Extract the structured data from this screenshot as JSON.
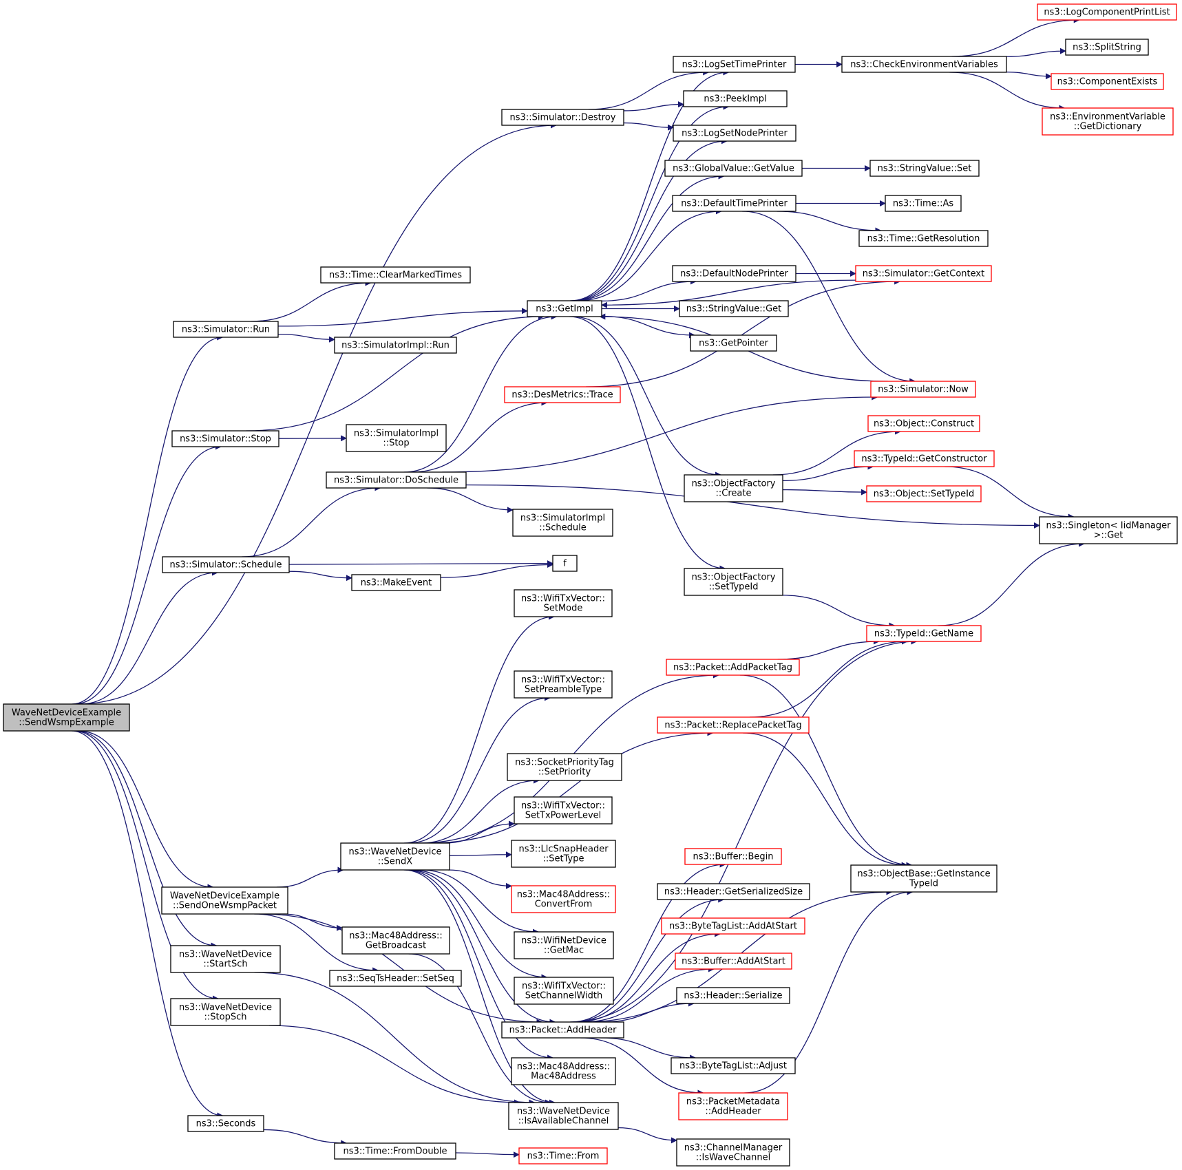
{
  "colors": {
    "edge": "#191970",
    "node_border": "#000000",
    "incomplete_node_border": "#ff0000",
    "root_fill": "#bfbfbf"
  },
  "nodes": [
    {
      "id": "root",
      "lines": [
        "WaveNetDeviceExample",
        "::SendWsmpExample"
      ],
      "style": "root"
    },
    {
      "id": "destroy",
      "lines": [
        "ns3::Simulator::Destroy"
      ]
    },
    {
      "id": "run",
      "lines": [
        "ns3::Simulator::Run"
      ]
    },
    {
      "id": "stop",
      "lines": [
        "ns3::Simulator::Stop"
      ]
    },
    {
      "id": "schedule",
      "lines": [
        "ns3::Simulator::Schedule"
      ]
    },
    {
      "id": "sendone",
      "lines": [
        "WaveNetDeviceExample",
        "::SendOneWsmpPacket"
      ]
    },
    {
      "id": "startsch",
      "lines": [
        "ns3::WaveNetDevice",
        "::StartSch"
      ]
    },
    {
      "id": "stopsch",
      "lines": [
        "ns3::WaveNetDevice",
        "::StopSch"
      ]
    },
    {
      "id": "seconds",
      "lines": [
        "ns3::Seconds"
      ]
    },
    {
      "id": "clearmarked",
      "lines": [
        "ns3::Time::ClearMarkedTimes"
      ]
    },
    {
      "id": "implrun",
      "lines": [
        "ns3::SimulatorImpl::Run"
      ]
    },
    {
      "id": "implstop",
      "lines": [
        "ns3::SimulatorImpl",
        "::Stop"
      ]
    },
    {
      "id": "doschedule",
      "lines": [
        "ns3::Simulator::DoSchedule"
      ]
    },
    {
      "id": "makeevent",
      "lines": [
        "ns3::MakeEvent"
      ]
    },
    {
      "id": "sendx",
      "lines": [
        "ns3::WaveNetDevice",
        "::SendX"
      ]
    },
    {
      "id": "getbroadcast",
      "lines": [
        "ns3::Mac48Address::",
        "GetBroadcast"
      ]
    },
    {
      "id": "setseq",
      "lines": [
        "ns3::SeqTsHeader::SetSeq"
      ]
    },
    {
      "id": "fromdouble",
      "lines": [
        "ns3::Time::FromDouble"
      ]
    },
    {
      "id": "getimpl",
      "lines": [
        "ns3::GetImpl"
      ]
    },
    {
      "id": "destrace",
      "lines": [
        "ns3::DesMetrics::Trace"
      ],
      "style": "red"
    },
    {
      "id": "implschedule",
      "lines": [
        "ns3::SimulatorImpl",
        "::Schedule"
      ]
    },
    {
      "id": "f",
      "lines": [
        "f"
      ]
    },
    {
      "id": "settxmode",
      "lines": [
        "ns3::WifiTxVector::",
        "SetMode"
      ]
    },
    {
      "id": "setpreamble",
      "lines": [
        "ns3::WifiTxVector::",
        "SetPreambleType"
      ]
    },
    {
      "id": "setpriority",
      "lines": [
        "ns3::SocketPriorityTag",
        "::SetPriority"
      ]
    },
    {
      "id": "settxpower",
      "lines": [
        "ns3::WifiTxVector::",
        "SetTxPowerLevel"
      ]
    },
    {
      "id": "settype",
      "lines": [
        "ns3::LlcSnapHeader",
        "::SetType"
      ]
    },
    {
      "id": "convertfrom",
      "lines": [
        "ns3::Mac48Address::",
        "ConvertFrom"
      ],
      "style": "red"
    },
    {
      "id": "getmac",
      "lines": [
        "ns3::WifiNetDevice",
        "::GetMac"
      ]
    },
    {
      "id": "setchwidth",
      "lines": [
        "ns3::WifiTxVector::",
        "SetChannelWidth"
      ]
    },
    {
      "id": "addheader",
      "lines": [
        "ns3::Packet::AddHeader"
      ]
    },
    {
      "id": "mac48addr",
      "lines": [
        "ns3::Mac48Address::",
        "Mac48Address"
      ]
    },
    {
      "id": "isavail",
      "lines": [
        "ns3::WaveNetDevice",
        "::IsAvailableChannel"
      ]
    },
    {
      "id": "timefrom",
      "lines": [
        "ns3::Time::From"
      ],
      "style": "red"
    },
    {
      "id": "logsettime",
      "lines": [
        "ns3::LogSetTimePrinter"
      ]
    },
    {
      "id": "peekimpl",
      "lines": [
        "ns3::PeekImpl"
      ]
    },
    {
      "id": "logsetnode",
      "lines": [
        "ns3::LogSetNodePrinter"
      ]
    },
    {
      "id": "gvgetvalue",
      "lines": [
        "ns3::GlobalValue::GetValue"
      ]
    },
    {
      "id": "deftime",
      "lines": [
        "ns3::DefaultTimePrinter"
      ]
    },
    {
      "id": "defnode",
      "lines": [
        "ns3::DefaultNodePrinter"
      ]
    },
    {
      "id": "svget",
      "lines": [
        "ns3::StringValue::Get"
      ]
    },
    {
      "id": "getpointer",
      "lines": [
        "ns3::GetPointer"
      ]
    },
    {
      "id": "ofcreate",
      "lines": [
        "ns3::ObjectFactory",
        "::Create"
      ]
    },
    {
      "id": "ofsettypeid",
      "lines": [
        "ns3::ObjectFactory",
        "::SetTypeId"
      ]
    },
    {
      "id": "addpackettag",
      "lines": [
        "ns3::Packet::AddPacketTag"
      ],
      "style": "red"
    },
    {
      "id": "replacepackettag",
      "lines": [
        "ns3::Packet::ReplacePacketTag"
      ],
      "style": "red"
    },
    {
      "id": "bufbegin",
      "lines": [
        "ns3::Buffer::Begin"
      ],
      "style": "red"
    },
    {
      "id": "hdrsize",
      "lines": [
        "ns3::Header::GetSerializedSize"
      ]
    },
    {
      "id": "btladdstart",
      "lines": [
        "ns3::ByteTagList::AddAtStart"
      ],
      "style": "red"
    },
    {
      "id": "bufaddstart",
      "lines": [
        "ns3::Buffer::AddAtStart"
      ],
      "style": "red"
    },
    {
      "id": "hdrserialize",
      "lines": [
        "ns3::Header::Serialize"
      ]
    },
    {
      "id": "btladjust",
      "lines": [
        "ns3::ByteTagList::Adjust"
      ]
    },
    {
      "id": "pmaddheader",
      "lines": [
        "ns3::PacketMetadata",
        "::AddHeader"
      ],
      "style": "red"
    },
    {
      "id": "iswave",
      "lines": [
        "ns3::ChannelManager",
        "::IsWaveChannel"
      ]
    },
    {
      "id": "checkenv",
      "lines": [
        "ns3::CheckEnvironmentVariables"
      ]
    },
    {
      "id": "svset",
      "lines": [
        "ns3::StringValue::Set"
      ]
    },
    {
      "id": "timeas",
      "lines": [
        "ns3::Time::As"
      ]
    },
    {
      "id": "getres",
      "lines": [
        "ns3::Time::GetResolution"
      ]
    },
    {
      "id": "getcontext",
      "lines": [
        "ns3::Simulator::GetContext"
      ],
      "style": "red"
    },
    {
      "id": "simnow",
      "lines": [
        "ns3::Simulator::Now"
      ],
      "style": "red"
    },
    {
      "id": "objconstruct",
      "lines": [
        "ns3::Object::Construct"
      ],
      "style": "red"
    },
    {
      "id": "getconstructor",
      "lines": [
        "ns3::TypeId::GetConstructor"
      ],
      "style": "red"
    },
    {
      "id": "objsettypeid",
      "lines": [
        "ns3::Object::SetTypeId"
      ],
      "style": "red"
    },
    {
      "id": "singleton",
      "lines": [
        "ns3::Singleton< IidManager",
        " >::Get"
      ]
    },
    {
      "id": "getname",
      "lines": [
        "ns3::TypeId::GetName"
      ],
      "style": "red"
    },
    {
      "id": "getinstancetid",
      "lines": [
        "ns3::ObjectBase::GetInstance",
        "TypeId"
      ]
    },
    {
      "id": "logcomplist",
      "lines": [
        "ns3::LogComponentPrintList"
      ],
      "style": "red"
    },
    {
      "id": "splitstring",
      "lines": [
        "ns3::SplitString"
      ]
    },
    {
      "id": "compexists",
      "lines": [
        "ns3::ComponentExists"
      ],
      "style": "red"
    },
    {
      "id": "envdict",
      "lines": [
        "ns3::EnvironmentVariable",
        "::GetDictionary"
      ],
      "style": "red"
    }
  ],
  "edges": [
    [
      "root",
      "destroy"
    ],
    [
      "root",
      "run"
    ],
    [
      "root",
      "stop"
    ],
    [
      "root",
      "schedule"
    ],
    [
      "root",
      "sendone"
    ],
    [
      "root",
      "startsch"
    ],
    [
      "root",
      "stopsch"
    ],
    [
      "root",
      "seconds"
    ],
    [
      "destroy",
      "logsettime"
    ],
    [
      "destroy",
      "peekimpl"
    ],
    [
      "destroy",
      "logsetnode"
    ],
    [
      "run",
      "clearmarked"
    ],
    [
      "run",
      "getimpl"
    ],
    [
      "run",
      "implrun"
    ],
    [
      "stop",
      "getimpl"
    ],
    [
      "stop",
      "implstop"
    ],
    [
      "schedule",
      "doschedule"
    ],
    [
      "schedule",
      "f"
    ],
    [
      "schedule",
      "makeevent"
    ],
    [
      "doschedule",
      "getimpl"
    ],
    [
      "doschedule",
      "destrace"
    ],
    [
      "doschedule",
      "simnow"
    ],
    [
      "doschedule",
      "implschedule"
    ],
    [
      "doschedule",
      "singleton"
    ],
    [
      "makeevent",
      "f"
    ],
    [
      "sendone",
      "sendx"
    ],
    [
      "sendone",
      "getbroadcast"
    ],
    [
      "sendone",
      "setseq"
    ],
    [
      "sendone",
      "addheader"
    ],
    [
      "sendx",
      "settxmode"
    ],
    [
      "sendx",
      "addpackettag"
    ],
    [
      "sendx",
      "setpreamble"
    ],
    [
      "sendx",
      "replacepackettag"
    ],
    [
      "sendx",
      "setpriority"
    ],
    [
      "sendx",
      "settxpower"
    ],
    [
      "sendx",
      "settype"
    ],
    [
      "sendx",
      "convertfrom"
    ],
    [
      "sendx",
      "getmac"
    ],
    [
      "sendx",
      "setchwidth"
    ],
    [
      "sendx",
      "addheader"
    ],
    [
      "sendx",
      "mac48addr"
    ],
    [
      "sendx",
      "isavail"
    ],
    [
      "getbroadcast",
      "isavail"
    ],
    [
      "startsch",
      "isavail"
    ],
    [
      "stopsch",
      "isavail"
    ],
    [
      "seconds",
      "fromdouble"
    ],
    [
      "fromdouble",
      "timefrom"
    ],
    [
      "isavail",
      "iswave"
    ],
    [
      "getimpl",
      "logsettime"
    ],
    [
      "getimpl",
      "peekimpl"
    ],
    [
      "getimpl",
      "logsetnode"
    ],
    [
      "getimpl",
      "gvgetvalue"
    ],
    [
      "getimpl",
      "deftime"
    ],
    [
      "getimpl",
      "defnode"
    ],
    [
      "getimpl",
      "svget"
    ],
    [
      "getimpl",
      "getpointer"
    ],
    [
      "getimpl",
      "ofcreate"
    ],
    [
      "getimpl",
      "ofsettypeid"
    ],
    [
      "getcontext",
      "getimpl"
    ],
    [
      "simnow",
      "getimpl"
    ],
    [
      "destrace",
      "getcontext"
    ],
    [
      "logsettime",
      "checkenv"
    ],
    [
      "checkenv",
      "logcomplist"
    ],
    [
      "checkenv",
      "splitstring"
    ],
    [
      "checkenv",
      "compexists"
    ],
    [
      "checkenv",
      "envdict"
    ],
    [
      "gvgetvalue",
      "svset"
    ],
    [
      "deftime",
      "timeas"
    ],
    [
      "deftime",
      "getres"
    ],
    [
      "deftime",
      "simnow"
    ],
    [
      "defnode",
      "getcontext"
    ],
    [
      "ofcreate",
      "objconstruct"
    ],
    [
      "ofcreate",
      "getconstructor"
    ],
    [
      "ofcreate",
      "objsettypeid"
    ],
    [
      "getconstructor",
      "singleton"
    ],
    [
      "ofsettypeid",
      "getname"
    ],
    [
      "getname",
      "singleton"
    ],
    [
      "addpackettag",
      "getname"
    ],
    [
      "addpackettag",
      "getinstancetid"
    ],
    [
      "replacepackettag",
      "getname"
    ],
    [
      "replacepackettag",
      "getinstancetid"
    ],
    [
      "addheader",
      "getname"
    ],
    [
      "addheader",
      "bufbegin"
    ],
    [
      "addheader",
      "hdrsize"
    ],
    [
      "addheader",
      "btladdstart"
    ],
    [
      "addheader",
      "bufaddstart"
    ],
    [
      "addheader",
      "hdrserialize"
    ],
    [
      "addheader",
      "getinstancetid"
    ],
    [
      "addheader",
      "btladjust"
    ],
    [
      "addheader",
      "pmaddheader"
    ],
    [
      "pmaddheader",
      "getinstancetid"
    ]
  ]
}
